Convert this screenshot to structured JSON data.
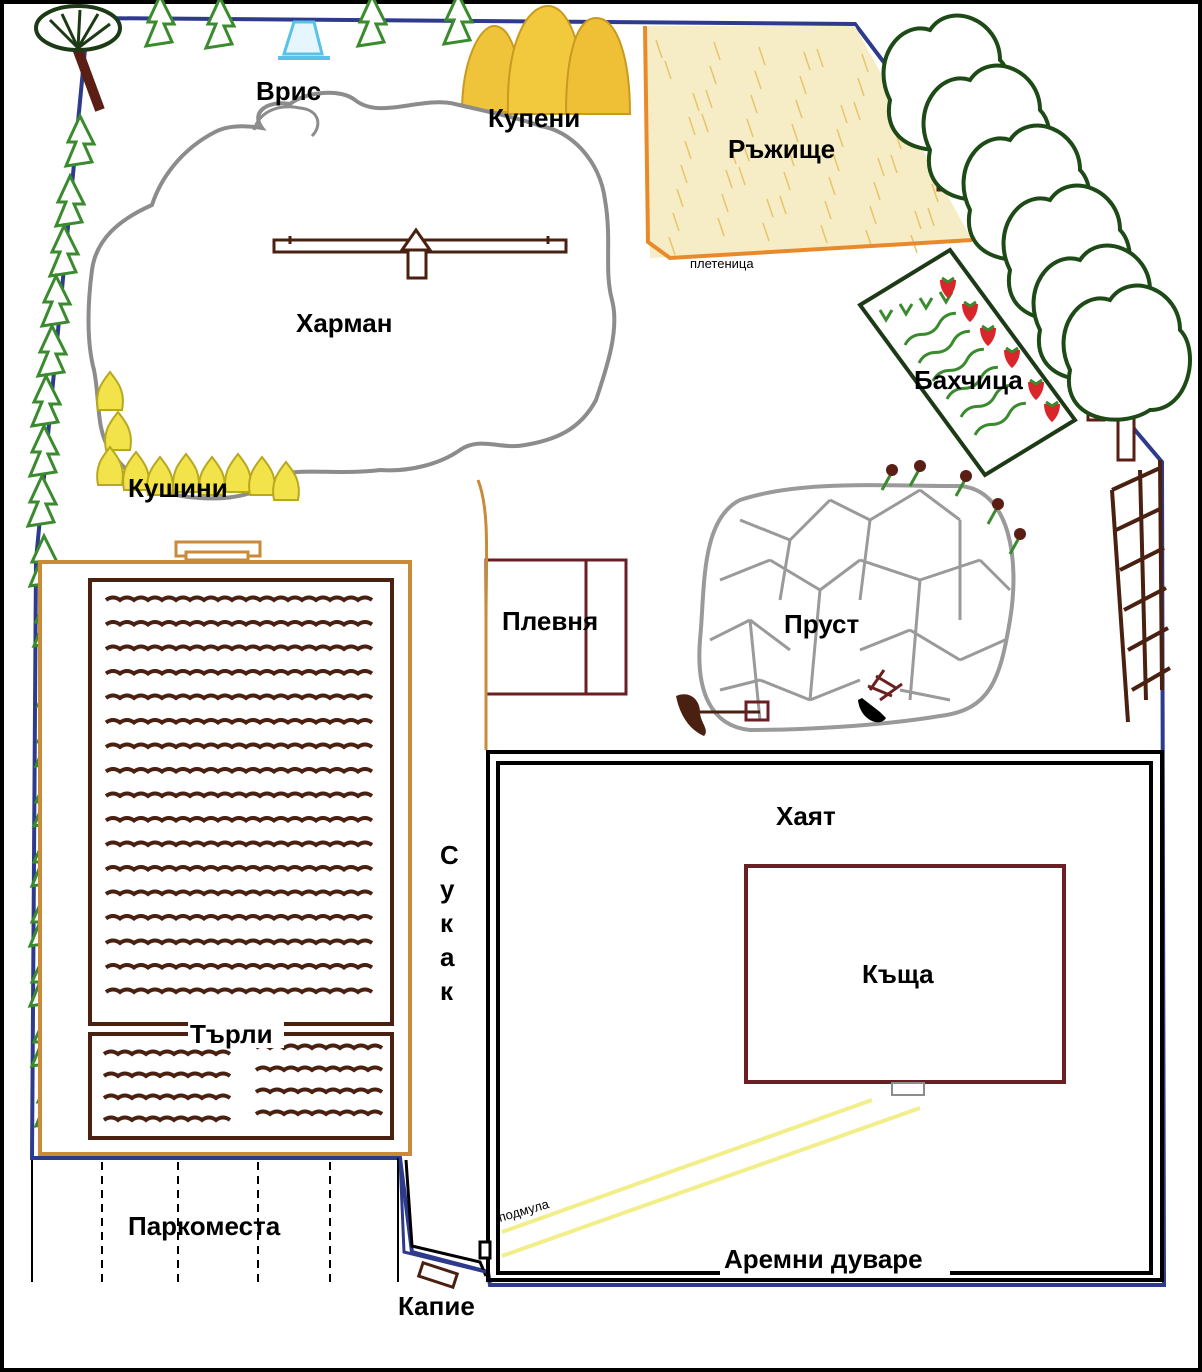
{
  "plan": {
    "labels": {
      "vris": "Врис",
      "kupeni": "Купени",
      "rzhishte": "Ръжище",
      "pletenitsa": "плетеница",
      "harman": "Харман",
      "bahchitsa": "Бахчица",
      "kushini": "Кушини",
      "plevnya": "Плевня",
      "prust": "Пруст",
      "hayat": "Хаят",
      "sukak": [
        "С",
        "у",
        "к",
        "а",
        "к"
      ],
      "kashta": "Къща",
      "tarli": "Търли",
      "parkomesta": "Паркоместа",
      "podmula": "подмула",
      "aremni_duvare": "Аремни дуваре",
      "kapie": "Капие"
    },
    "colors": {
      "boundary": "#2e3a8c",
      "fence_orange": "#d98b2b",
      "straw": "#f0c43a",
      "cloud_outline": "#8c8c8c",
      "wood_dark": "#4a2010",
      "tree_green": "#3a8a2e",
      "maroon": "#6b1f25",
      "stone_gray": "#9a9a9a",
      "path_yellow": "#f2ee8a",
      "strawberry": "#d8262a"
    }
  }
}
